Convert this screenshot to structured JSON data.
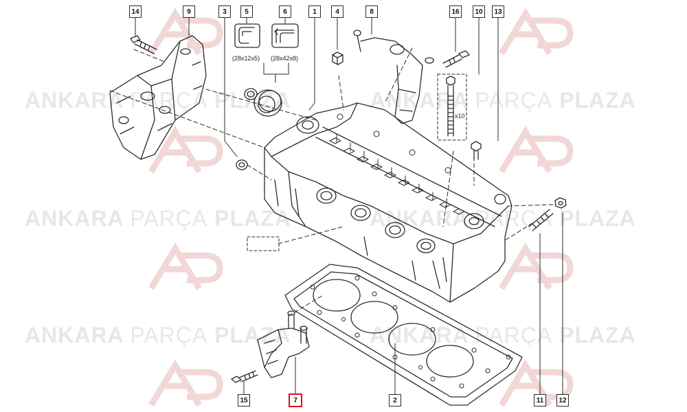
{
  "watermark": {
    "brand_bold_1": "ANKARA",
    "brand_light": "PARÇA",
    "brand_bold_2": "PLAZA",
    "logo_letters": "AP"
  },
  "callouts": {
    "c1": "1",
    "c2": "2",
    "c3": "3",
    "c4": "4",
    "c5": "5",
    "c6": "6",
    "c7": "7",
    "c8": "8",
    "c9": "9",
    "c10": "10",
    "c11": "11",
    "c12": "12",
    "c13": "13",
    "c14": "14",
    "c15": "15",
    "c16": "16"
  },
  "labels": {
    "seal5_dim": "(28x12x5)",
    "seal6_dim": "(28x42x8)",
    "bolt_qty": "x10"
  },
  "colors": {
    "line": "#2a2a2a",
    "highlight": "#e0101a",
    "watermark": "#c8c8c8",
    "watermark_logo": "#e8b0b0"
  }
}
